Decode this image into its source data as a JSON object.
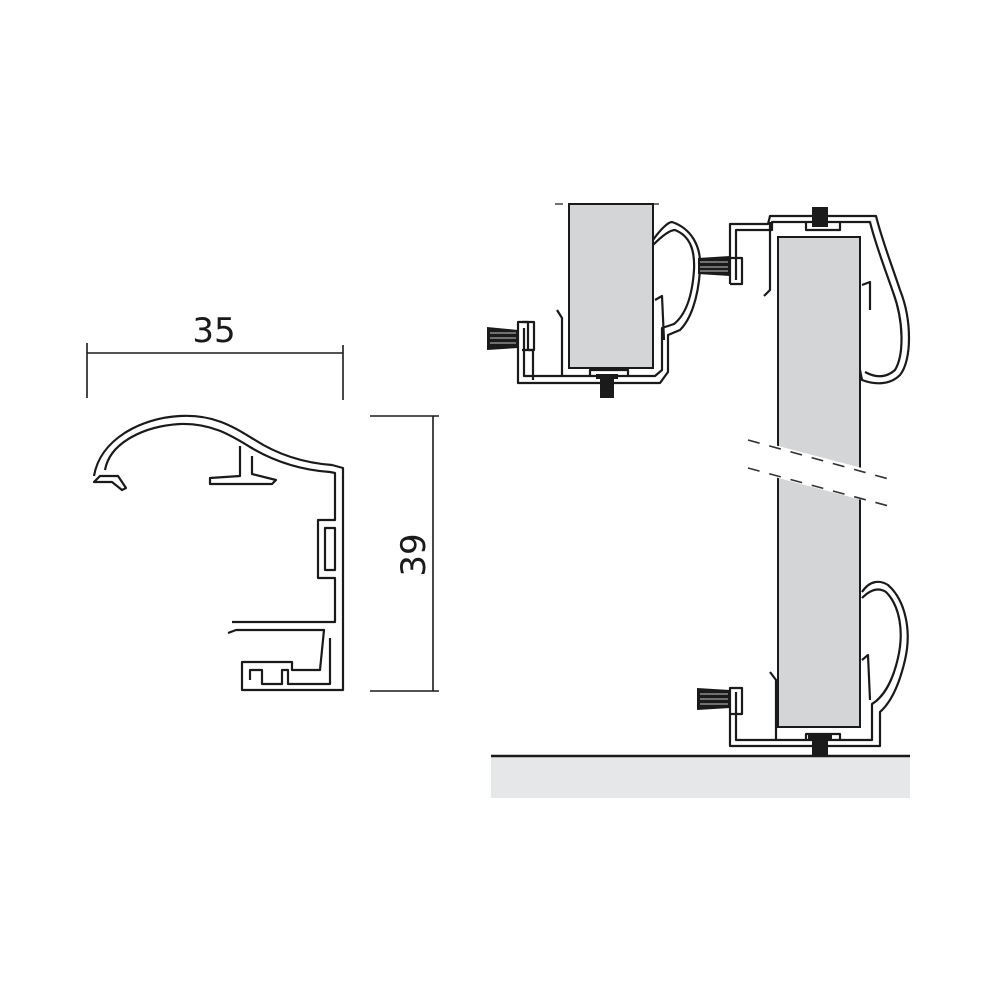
{
  "diagram": {
    "type": "technical-profile-drawing",
    "colors": {
      "outline": "#1a1a1a",
      "panel_fill": "#d4d5d7",
      "floor_fill": "#e6e7e8",
      "background": "#ffffff"
    },
    "profile_section": {
      "width_dimension": "35",
      "height_dimension": "39"
    },
    "assembly": {
      "components": [
        "upper-panel",
        "main-panel",
        "frame-profile",
        "brush-seal",
        "floor"
      ]
    }
  }
}
